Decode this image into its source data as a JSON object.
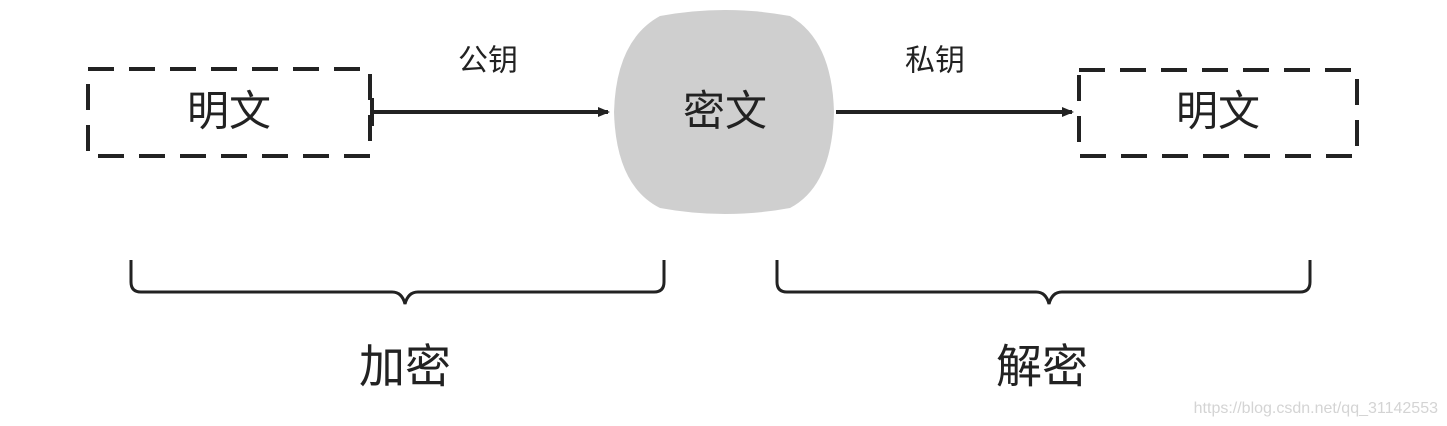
{
  "nodes": {
    "plaintext_left": "明文",
    "ciphertext": "密文",
    "plaintext_right": "明文"
  },
  "edges": {
    "public_key": "公钥",
    "private_key": "私钥"
  },
  "phases": {
    "encrypt": "加密",
    "decrypt": "解密"
  },
  "watermark": "https://blog.csdn.net/qq_31142553",
  "colors": {
    "stroke": "#222222",
    "cipher_fill": "#cfcfcf",
    "watermark": "#d4d4d4"
  }
}
